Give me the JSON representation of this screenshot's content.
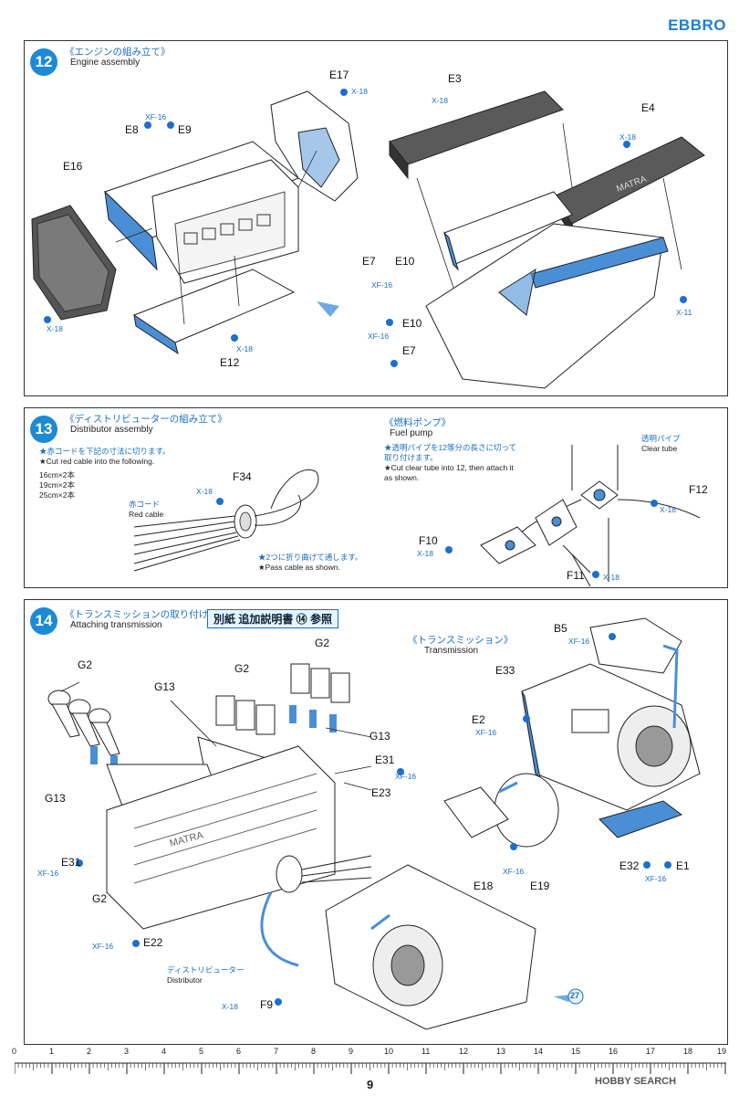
{
  "brand": "EBBRO",
  "page_number": "9",
  "watermark": "HOBBY SEARCH",
  "steps": [
    {
      "number": "12",
      "title_jp": "《エンジンの組み立て》",
      "title_en": "Engine assembly",
      "labels": {
        "e16": "E16",
        "e8": "E8",
        "e9": "E9",
        "xf16_a": "XF-16",
        "e17": "E17",
        "x18_a": "X-18",
        "e3": "E3",
        "x18_b": "X-18",
        "e4": "E4",
        "x18_c": "X-18",
        "x18_d": "X-18",
        "e12": "E12",
        "x18_e": "X-18",
        "e7a": "E7",
        "xf16_b": "XF-16",
        "e10a": "E10",
        "e10b": "E10",
        "xf16_c": "XF-16",
        "e7b": "E7",
        "x11": "X-11"
      }
    },
    {
      "number": "13",
      "title_jp": "《ディストリビューターの組み立て》",
      "title_en": "Distributor assembly",
      "notes": [
        "★赤コードを下記の寸法に切ります。",
        "★Cut red cable into the following."
      ],
      "sizes": [
        "16cm×2本",
        "19cm×2本",
        "25cm×2本"
      ],
      "labels": {
        "f34": "F34",
        "x18_a": "X-18",
        "red_jp": "赤コード",
        "red_en": "Red cable",
        "pass_jp": "★2つに折り曲げて通します。",
        "pass_en": "★Pass cable as shown."
      },
      "fuel_pump": {
        "title_jp": "《燃料ポンプ》",
        "title_en": "Fuel pump",
        "note_jp": "★透明パイプを12等分の長さに切って取り付けます。",
        "note_en": "★Cut clear tube into 12, then attach it as shown.",
        "clear_jp": "透明パイプ",
        "clear_en": "Clear tube",
        "f12": "F12",
        "x18_f12": "X-18",
        "f10": "F10",
        "x18_f10": "X-18",
        "f11": "F11",
        "x18_f11": "X-18"
      }
    },
    {
      "number": "14",
      "title_jp": "《トランスミッションの取り付け》",
      "title_en": "Attaching transmission",
      "badge": "別紙 追加説明書 ⑭ 参照",
      "transmission_jp": "《トランスミッション》",
      "transmission_en": "Transmission",
      "labels": {
        "g2a": "G2",
        "g2b": "G2",
        "g2c": "G2",
        "g2d": "G2",
        "g13a": "G13",
        "g13b": "G13",
        "g13c": "G13",
        "e31a": "E31",
        "xf16_a": "XF-16",
        "e23": "E23",
        "e31b": "E31",
        "xf16_b": "XF-16",
        "e22": "E22",
        "xf16_c": "XF-16",
        "dist_jp": "ディストリビューター",
        "dist_en": "Distributor",
        "f9": "F9",
        "x18_a": "X-18",
        "b5": "B5",
        "xf16_d": "XF-16",
        "e33": "E33",
        "e2": "E2",
        "xf16_e": "XF-16",
        "e18": "E18",
        "xf16_f": "XF-16",
        "e19": "E19",
        "e32": "E32",
        "e1": "E1",
        "xf16_g": "XF-16",
        "ref27": "27"
      }
    }
  ],
  "ruler_ticks": [
    "0",
    "1",
    "2",
    "3",
    "4",
    "5",
    "6",
    "7",
    "8",
    "9",
    "10",
    "11",
    "12",
    "13",
    "14",
    "15",
    "16",
    "17",
    "18",
    "19"
  ],
  "colors": {
    "accent": "#1c8ad6",
    "ink": "#1a1a1a",
    "part": "#4a8fd6"
  }
}
